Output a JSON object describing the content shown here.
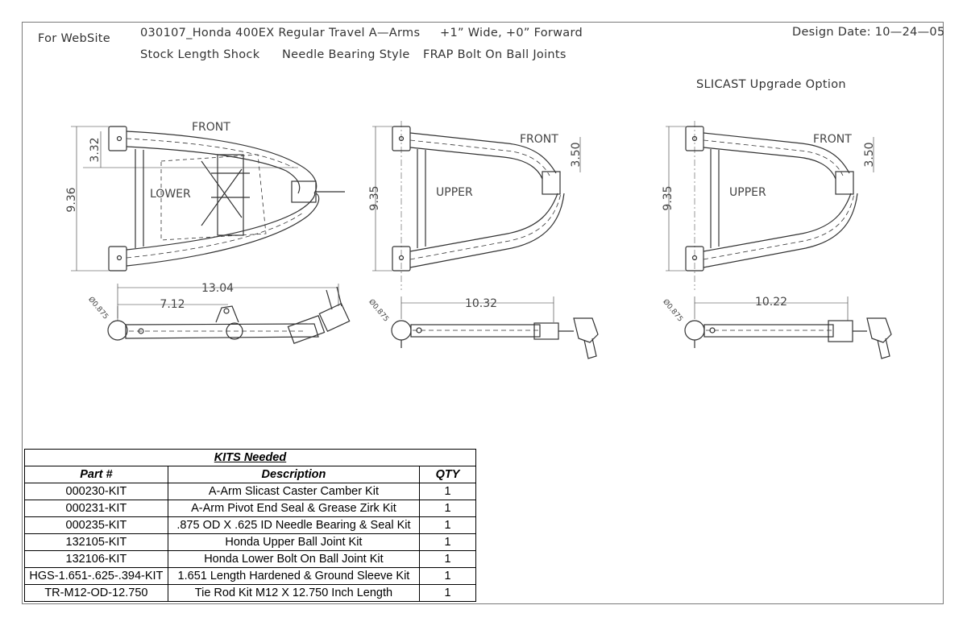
{
  "header": {
    "site_label": "For WebSite",
    "line1_part": "030107_Honda 400EX Regular Travel A—Arms",
    "line1_offset": "+1” Wide, +0” Forward",
    "line2_shock": "Stock Length Shock",
    "line2_bearing": "Needle Bearing Style",
    "line2_joints": "FRAP Bolt On Ball Joints",
    "design_date": "Design Date:  10—24—05",
    "upgrade_option": "SLICAST Upgrade Option"
  },
  "views": {
    "lower": {
      "label": "LOWER",
      "front": "FRONT",
      "dim_height": "9.36",
      "dim_front": "3.32",
      "dim_overall": "13.04",
      "dim_mount": "7.12",
      "dim_bore": "Ø0.875"
    },
    "upper": {
      "label": "UPPER",
      "front": "FRONT",
      "dim_height": "9.35",
      "dim_front": "3.50",
      "dim_length": "10.32",
      "dim_bore": "Ø0.875"
    },
    "upper_slicast": {
      "label": "UPPER",
      "front": "FRONT",
      "dim_height": "9.35",
      "dim_front": "3.50",
      "dim_length": "10.22",
      "dim_bore": "Ø0.875"
    }
  },
  "kits": {
    "title": "KITS Needed",
    "columns": [
      "Part #",
      "Description",
      "QTY"
    ],
    "rows": [
      [
        "000230-KIT",
        "A-Arm Slicast Caster Camber Kit",
        "1"
      ],
      [
        "000231-KIT",
        "A-Arm Pivot End Seal & Grease Zirk Kit",
        "1"
      ],
      [
        "000235-KIT",
        ".875 OD X .625 ID Needle Bearing & Seal Kit",
        "1"
      ],
      [
        "132105-KIT",
        "Honda Upper Ball Joint Kit",
        "1"
      ],
      [
        "132106-KIT",
        "Honda Lower Bolt On Ball Joint Kit",
        "1"
      ],
      [
        "HGS-1.651-.625-.394-KIT",
        "1.651 Length Hardened & Ground Sleeve Kit",
        "1"
      ],
      [
        "TR-M12-OD-12.750",
        "Tie Rod Kit M12 X 12.750 Inch Length",
        "1"
      ]
    ]
  }
}
